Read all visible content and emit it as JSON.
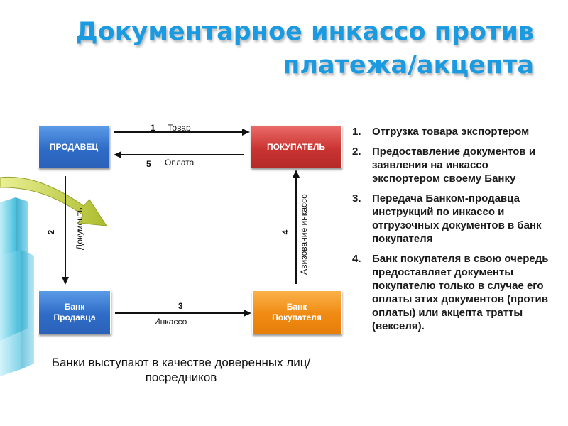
{
  "title": {
    "line1": "Документарное инкассо против",
    "line2": "платежа/акцепта"
  },
  "nodes": {
    "seller": "ПРОДАВЕЦ",
    "buyer": "ПОКУПАТЕЛЬ",
    "seller_bank": "Банк\nПродавца",
    "buyer_bank": "Банк\nПокупателя"
  },
  "flows": [
    {
      "step": "1",
      "label": "Товар"
    },
    {
      "step": "2",
      "label": "Документы"
    },
    {
      "step": "3",
      "label": "Инкассо"
    },
    {
      "step": "4",
      "label": "Авизование инкассо"
    },
    {
      "step": "5",
      "label": "Оплата"
    }
  ],
  "note": "Банки выступают в качестве доверенных лиц/посредников",
  "steps": [
    {
      "num": "1.",
      "text": "Отгрузка товара экспортером"
    },
    {
      "num": "2.",
      "text": "Предоставление документов и заявления на инкассо экспортером своему Банку"
    },
    {
      "num": "3.",
      "text": "Передача Банком-продавца инструкций по инкассо и отгрузочных документов в банк покупателя"
    },
    {
      "num": "4.",
      "text": "Банк покупателя в свою очередь предоставляет документы покупателю только в случае его оплаты этих документов (против оплаты) или акцепта тратты (векселя)."
    }
  ],
  "colors": {
    "title": "#1a9ae0",
    "seller": "#2e6cc7",
    "buyer": "#c93431",
    "seller_bank": "#2e6cc7",
    "buyer_bank": "#f08a12",
    "decor_cyan": "#2bb6d9",
    "decor_arrow": "#b8c81e"
  }
}
